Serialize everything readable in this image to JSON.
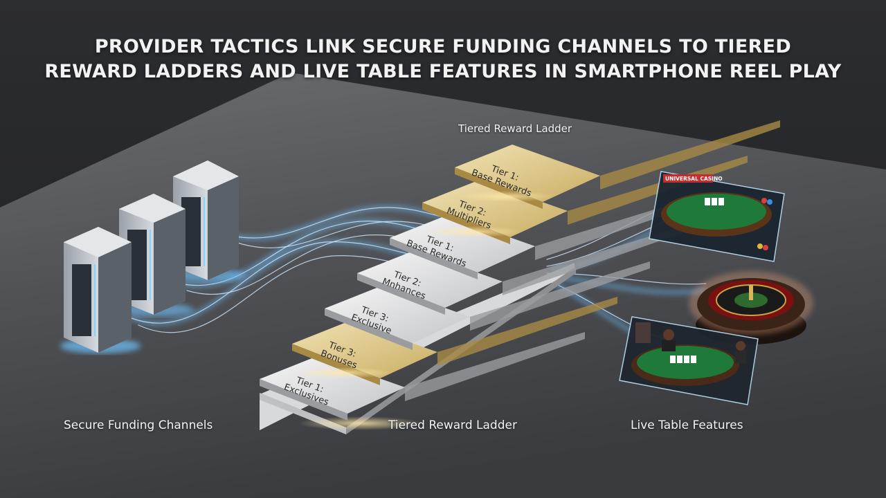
{
  "title": {
    "line1": "PROVIDER TACTICS LINK SECURE FUNDING CHANNELS TO TIERED",
    "line2": "REWARD LADDERS AND LIVE TABLE FEATURES IN SMARTPHONE REEL PLAY"
  },
  "labels": {
    "ladder_top": "Tiered Reward Ladder",
    "funding": "Secure Funding Channels",
    "ladder": "Tiered Reward Ladder",
    "live": "Live Table Features"
  },
  "ladder": {
    "steps": [
      {
        "line1": "Tier 1:",
        "line2": "Base Rewards",
        "finish": "gold"
      },
      {
        "line1": "Tier 2:",
        "line2": "Multipliers",
        "finish": "gold"
      },
      {
        "line1": "Tier 1:",
        "line2": "Base Rewards",
        "finish": "silver"
      },
      {
        "line1": "Tier 2:",
        "line2": "Mnhances",
        "finish": "silver"
      },
      {
        "line1": "Tier 3:",
        "line2": "Exclusive",
        "finish": "silver"
      },
      {
        "line1": "Tier 3:",
        "line2": "Bonuses",
        "finish": "gold"
      },
      {
        "line1": "Tier 1:",
        "line2": "Exclusives",
        "finish": "silver"
      }
    ]
  },
  "live_features": {
    "blackjack_sign": "UNIVERSAL CASINO"
  },
  "colors": {
    "gold": "#d9c58a",
    "silver": "#dcdcdc",
    "glow": "#8fd0ff",
    "table_felt": "#1f7a3a"
  }
}
